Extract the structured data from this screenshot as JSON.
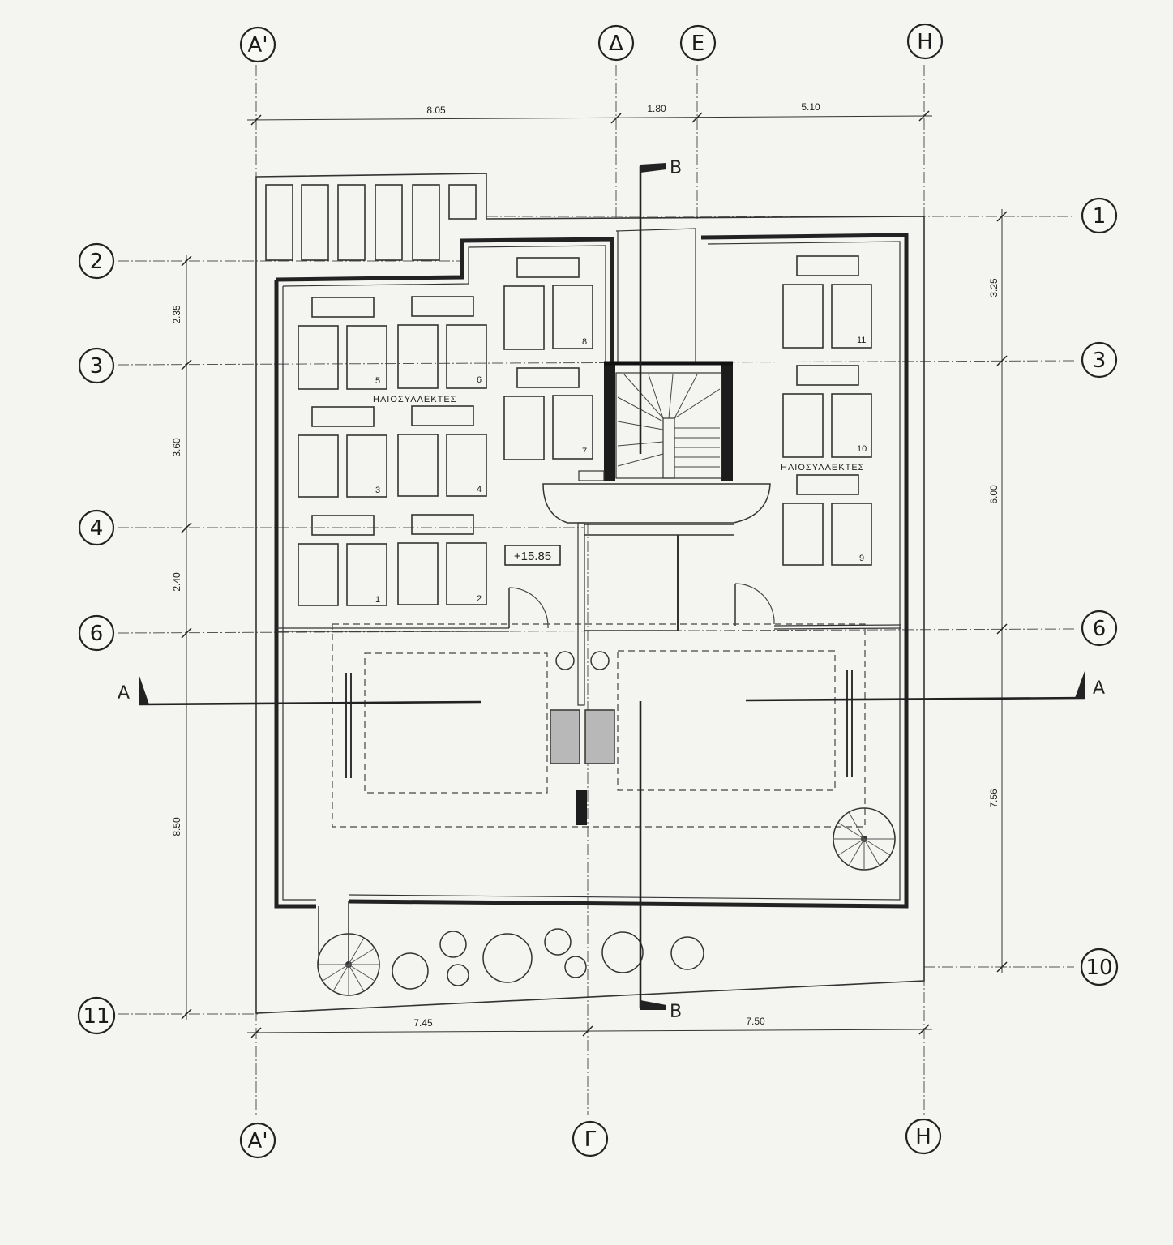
{
  "grid_axes": {
    "top": [
      "Α'",
      "Δ",
      "Ε",
      "Η"
    ],
    "bottom": [
      "Α'",
      "Γ",
      "Η"
    ],
    "left": [
      "2",
      "3",
      "4",
      "6",
      "11"
    ],
    "right": [
      "1",
      "3",
      "6",
      "10"
    ]
  },
  "dimensions": {
    "top": [
      "8.05",
      "1.80",
      "5.10"
    ],
    "bottom": [
      "7.45",
      "7.50"
    ],
    "left": [
      "2.35",
      "3.60",
      "2.40",
      "8.50"
    ],
    "right": [
      "3.25",
      "6.00",
      "7.56"
    ]
  },
  "labels": {
    "collectors_left": "ΗΛΙΟΣΥΛΛΕΚΤΕΣ",
    "collectors_right": "ΗΛΙΟΣΥΛΛΕΚΤΕΣ",
    "level": "+15.85"
  },
  "panel_numbers": [
    "1",
    "2",
    "3",
    "4",
    "5",
    "6",
    "7",
    "8",
    "9",
    "10",
    "11"
  ],
  "sections": {
    "a_left": "Α",
    "a_right": "Α",
    "b_top": "Β",
    "b_bottom": "Β"
  }
}
